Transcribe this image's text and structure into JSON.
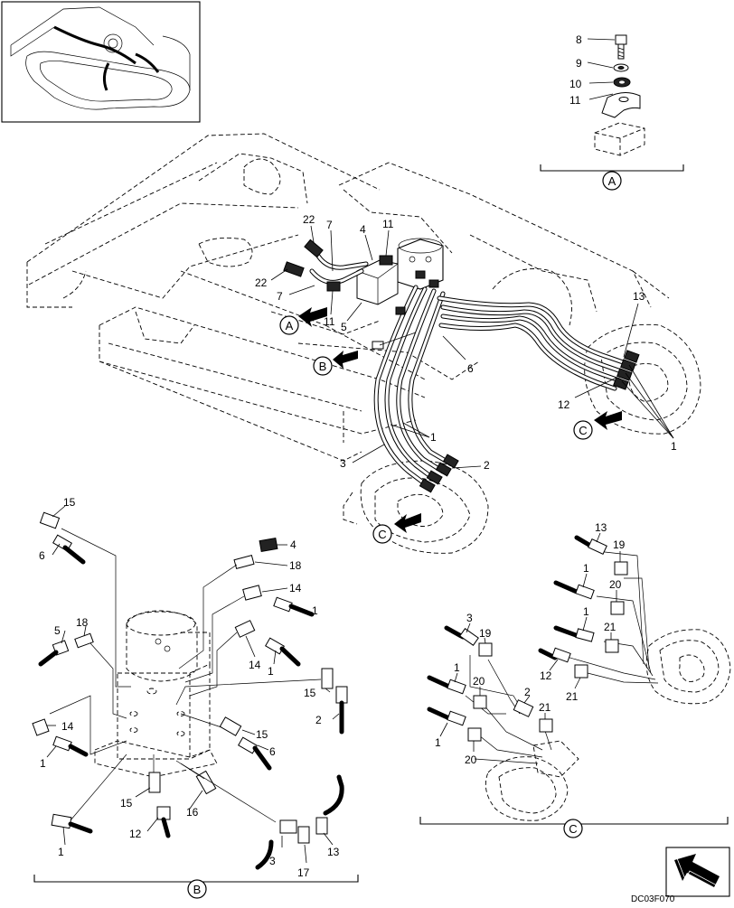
{
  "drawing_code": "DC03F070",
  "views": {
    "a": {
      "letter": "A"
    },
    "b": {
      "letter": "B"
    },
    "c": {
      "letter": "C"
    }
  },
  "labels": {
    "a_detail": [
      "8",
      "9",
      "10",
      "11"
    ],
    "main": [
      "22",
      "7",
      "4",
      "11",
      "22",
      "7",
      "11",
      "5",
      "6",
      "13",
      "12",
      "1",
      "1",
      "3",
      "2"
    ],
    "b_detail": [
      "15",
      "6",
      "4",
      "18",
      "14",
      "1",
      "5",
      "18",
      "14",
      "1",
      "15",
      "2",
      "14",
      "1",
      "15",
      "6",
      "15",
      "12",
      "16",
      "3",
      "17",
      "13",
      "1"
    ],
    "c_detail": [
      "13",
      "19",
      "1",
      "20",
      "3",
      "19",
      "1",
      "21",
      "12",
      "21",
      "1",
      "2",
      "20",
      "21",
      "1",
      "20"
    ]
  },
  "icons": {
    "nav_arrow": "nav-arrow-icon"
  }
}
